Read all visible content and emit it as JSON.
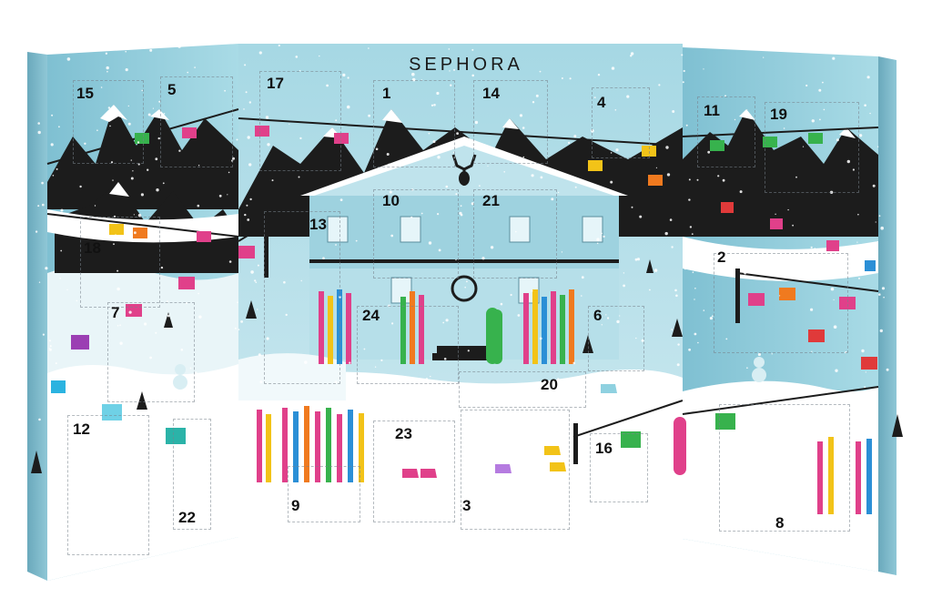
{
  "brand": "SEPHORA",
  "doors": {
    "d1": "1",
    "d2": "2",
    "d3": "3",
    "d4": "4",
    "d5": "5",
    "d6": "6",
    "d7": "7",
    "d8": "8",
    "d9": "9",
    "d10": "10",
    "d11": "11",
    "d12": "12",
    "d13": "13",
    "d14": "14",
    "d15": "15",
    "d16": "16",
    "d17": "17",
    "d18": "18",
    "d19": "19",
    "d20": "20",
    "d21": "21",
    "d22": "22",
    "d23": "23",
    "d24": "24"
  },
  "colors": {
    "sky": "#a9dbe6",
    "snow": "#ffffff",
    "mountain": "#1c1c1c",
    "chalet": "#9ed2df",
    "accent_pink": "#e0408a",
    "accent_yellow": "#f2c318",
    "accent_green": "#37b24d",
    "accent_orange": "#f07a1f"
  }
}
